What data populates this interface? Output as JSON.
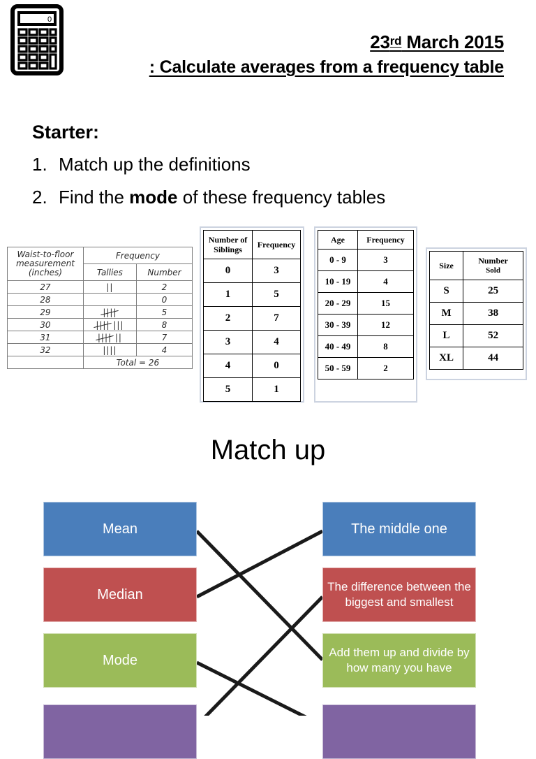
{
  "header": {
    "calculator_icon_display": "0",
    "date": "23",
    "date_ordinal": "rd",
    "date_rest": " March 2015",
    "objective": ": Calculate averages from a frequency table"
  },
  "starter": {
    "heading": "Starter:",
    "items": [
      {
        "num": "1.",
        "text_before": "Match up the definitions",
        "bold": "",
        "text_after": ""
      },
      {
        "num": "2.",
        "text_before": "Find the ",
        "bold": "mode",
        "text_after": " of these frequency tables"
      }
    ]
  },
  "tables": {
    "tally": {
      "header_measure": "Waist-to-floor measurement (inches)",
      "header_measure_l1": "Waist-to-floor",
      "header_measure_l2": "measurement",
      "header_measure_l3": "(inches)",
      "header_frequency": "Frequency",
      "header_tallies": "Tallies",
      "header_number": "Number",
      "rows": [
        {
          "measure": "27",
          "tally_groups": 0,
          "tally_rest": "||",
          "number": "2"
        },
        {
          "measure": "28",
          "tally_groups": 0,
          "tally_rest": "",
          "number": "0"
        },
        {
          "measure": "29",
          "tally_groups": 1,
          "tally_rest": "",
          "number": "5"
        },
        {
          "measure": "30",
          "tally_groups": 1,
          "tally_rest": "|||",
          "number": "8"
        },
        {
          "measure": "31",
          "tally_groups": 1,
          "tally_rest": "||",
          "number": "7"
        },
        {
          "measure": "32",
          "tally_groups": 0,
          "tally_rest": "||||",
          "number": "4"
        }
      ],
      "total_label": "Total  =  26"
    },
    "siblings": {
      "headers": [
        "Number of Siblings",
        "Frequency"
      ],
      "header_l1": "Number of",
      "header_l2": "Siblings",
      "rows": [
        [
          "0",
          "3"
        ],
        [
          "1",
          "5"
        ],
        [
          "2",
          "7"
        ],
        [
          "3",
          "4"
        ],
        [
          "4",
          "0"
        ],
        [
          "5",
          "1"
        ]
      ]
    },
    "age": {
      "headers": [
        "Age",
        "Frequency"
      ],
      "rows": [
        [
          "0 - 9",
          "3"
        ],
        [
          "10 - 19",
          "4"
        ],
        [
          "20 - 29",
          "15"
        ],
        [
          "30 - 39",
          "12"
        ],
        [
          "40 - 49",
          "8"
        ],
        [
          "50 - 59",
          "2"
        ]
      ]
    },
    "size": {
      "headers": [
        "Size",
        "Number Sold"
      ],
      "header2_l1": "Number",
      "header2_l2": "Sold",
      "rows": [
        [
          "S",
          "25"
        ],
        [
          "M",
          "38"
        ],
        [
          "L",
          "52"
        ],
        [
          "XL",
          "44"
        ]
      ]
    }
  },
  "matchup": {
    "heading": "Match up",
    "left": [
      {
        "label": "Mean",
        "color": "#4a7ebb"
      },
      {
        "label": "Median",
        "color": "#bf5050"
      },
      {
        "label": "Mode",
        "color": "#9bbb59"
      },
      {
        "label": "",
        "color": "#8064a2"
      }
    ],
    "right": [
      {
        "label": "The middle one",
        "color": "#4a7ebb"
      },
      {
        "label": "The difference between the biggest and smallest",
        "color": "#bf5050"
      },
      {
        "label": "Add them up and divide by how many you have",
        "color": "#9bbb59"
      },
      {
        "label": "",
        "color": "#8064a2"
      }
    ],
    "connections": [
      {
        "from": 0,
        "to": 2
      },
      {
        "from": 1,
        "to": 0
      },
      {
        "from": 2,
        "to": 3
      },
      {
        "from": 3,
        "to": 1
      }
    ]
  },
  "colors": {
    "blue": "#4a7ebb",
    "red": "#bf5050",
    "green": "#9bbb59",
    "purple": "#8064a2",
    "line": "#1a1a1a"
  }
}
